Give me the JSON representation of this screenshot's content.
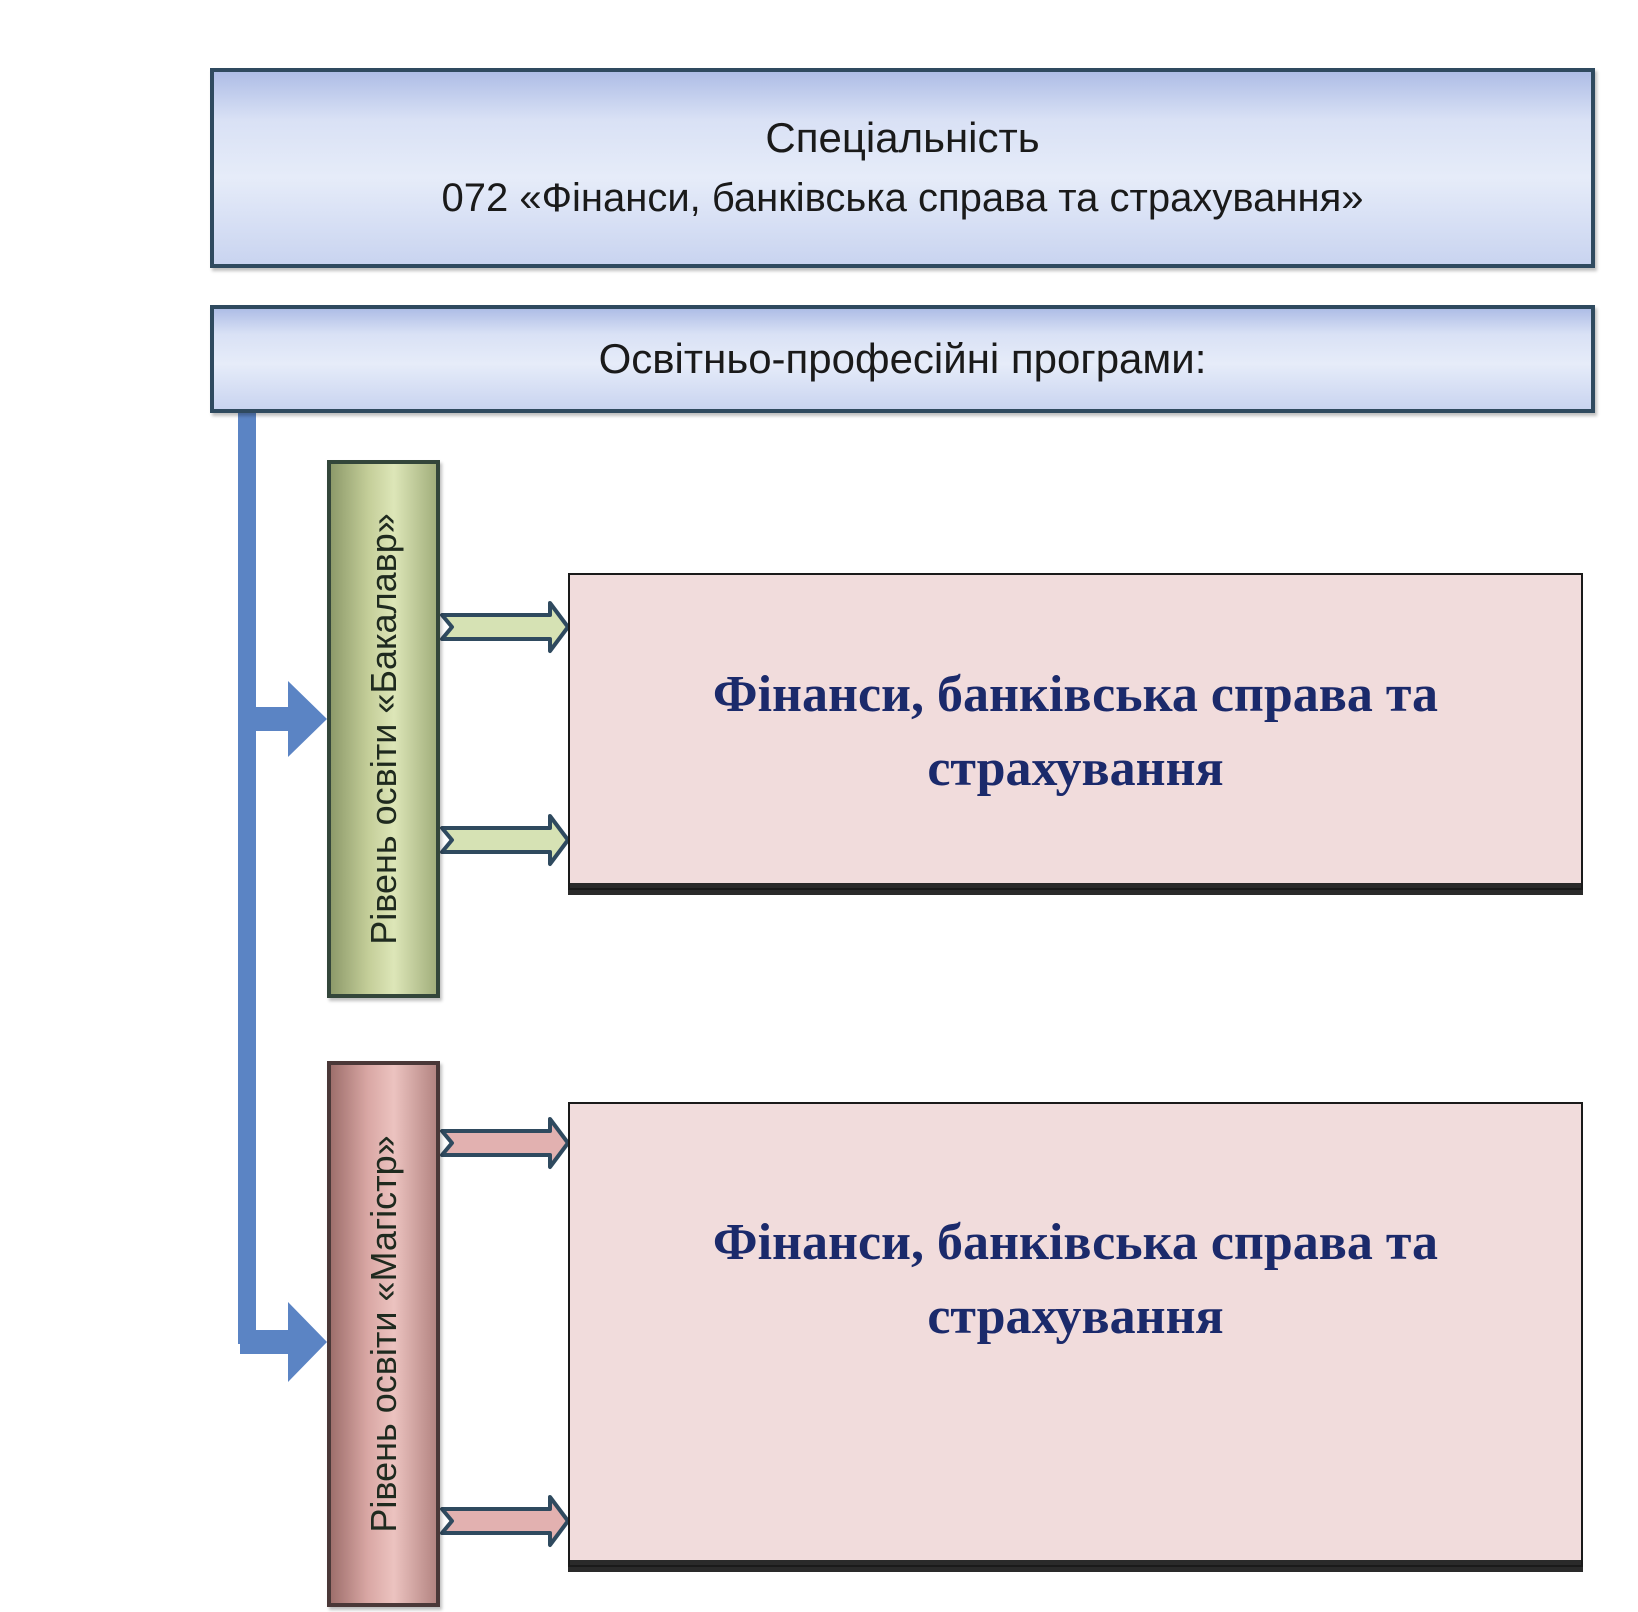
{
  "specialty": {
    "line1": "Спеціальність",
    "line2": "072 «Фінанси, банківська справа та страхування»"
  },
  "programs_header": "Освітньо-професійні програми:",
  "levels": {
    "bachelor": {
      "label": "Рівень освіти «Бакалавр»",
      "program": "Фінанси, банківська справа та страхування"
    },
    "master": {
      "label": "Рівень освіти «Магістр»",
      "program": "Фінанси, банківська справа та страхування"
    }
  },
  "colors": {
    "trunk": "#5b84c4",
    "bachelor_arrow": "#d6e2b4",
    "master_arrow": "#e2b1b0",
    "arrow_outline": "#2f4a5f",
    "program_text": "#1b2a6b"
  }
}
